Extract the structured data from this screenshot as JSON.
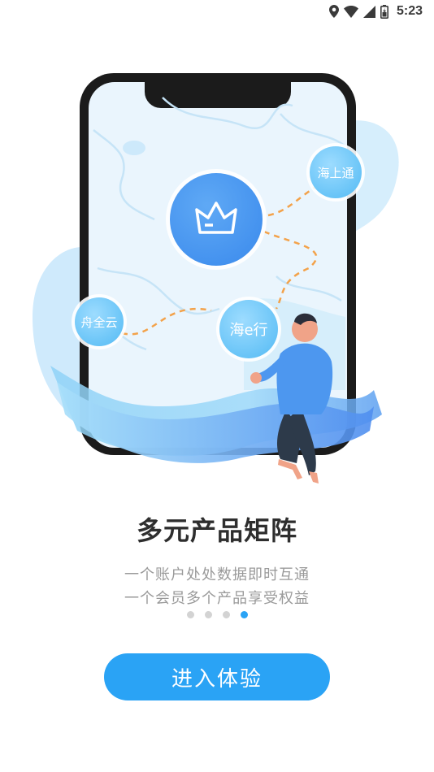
{
  "status_bar": {
    "time": "5:23",
    "icons": [
      "location-icon",
      "wifi-icon",
      "signal-icon",
      "battery-icon"
    ]
  },
  "illustration": {
    "bubbles": {
      "top_right": "海上通",
      "left": "舟全云",
      "center": "海e行"
    },
    "center_icon": "crown-icon"
  },
  "content": {
    "title": "多元产品矩阵",
    "subtitle_line1": "一个账户处处数据即时互通",
    "subtitle_line2": "一个会员多个产品享受权益"
  },
  "pagination": {
    "total": 4,
    "active_index": 3
  },
  "actions": {
    "enter_label": "进入体验"
  },
  "colors": {
    "accent": "#2aa3f5",
    "title": "#2e2e2e",
    "subtitle": "#9a9a9a",
    "dot_inactive": "#d3d3d3"
  }
}
